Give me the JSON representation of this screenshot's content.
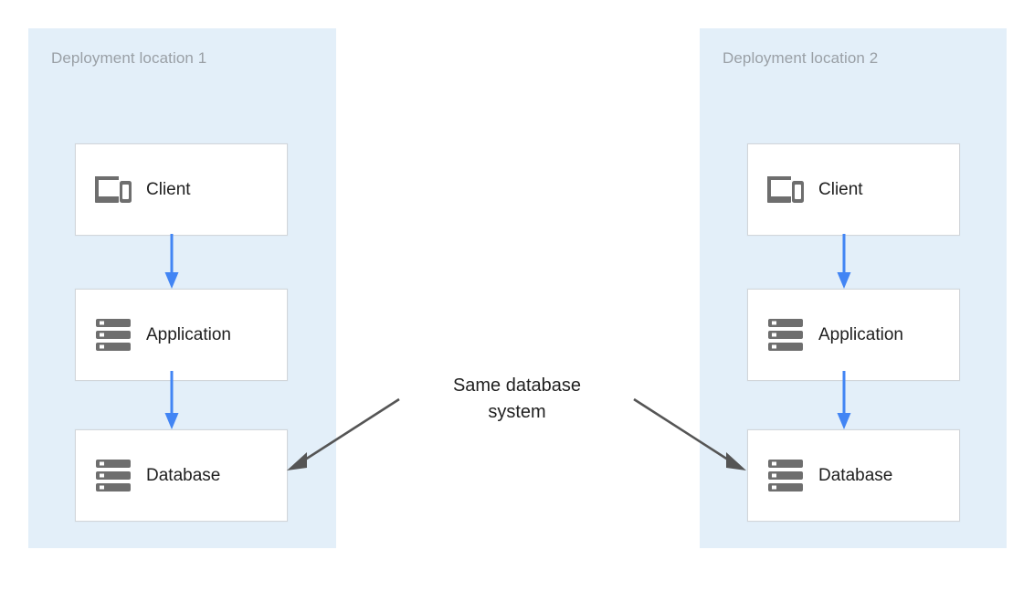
{
  "diagram": {
    "type": "deployment-architecture",
    "colors": {
      "zone_background": "#E3EFF9",
      "box_background": "#FFFFFF",
      "box_border": "#D2D6DA",
      "flow_arrow": "#4285F4",
      "annotation_arrow": "#555555",
      "icon": "#6E6E6E",
      "zone_title_text": "#9AA0A6",
      "node_label_text": "#1F1F1F"
    },
    "zones": [
      {
        "id": "zone-1",
        "title": "Deployment location 1",
        "nodes": [
          {
            "id": "client-1",
            "label": "Client",
            "icon": "devices-icon"
          },
          {
            "id": "app-1",
            "label": "Application",
            "icon": "server-icon"
          },
          {
            "id": "db-1",
            "label": "Database",
            "icon": "server-icon"
          }
        ],
        "flows": [
          {
            "from": "client-1",
            "to": "app-1"
          },
          {
            "from": "app-1",
            "to": "db-1"
          }
        ]
      },
      {
        "id": "zone-2",
        "title": "Deployment location 2",
        "nodes": [
          {
            "id": "client-2",
            "label": "Client",
            "icon": "devices-icon"
          },
          {
            "id": "app-2",
            "label": "Application",
            "icon": "server-icon"
          },
          {
            "id": "db-2",
            "label": "Database",
            "icon": "server-icon"
          }
        ],
        "flows": [
          {
            "from": "client-2",
            "to": "app-2"
          },
          {
            "from": "app-2",
            "to": "db-2"
          }
        ]
      }
    ],
    "annotation": {
      "line1": "Same database",
      "line2": "system",
      "points_to": [
        "db-1",
        "db-2"
      ]
    }
  }
}
